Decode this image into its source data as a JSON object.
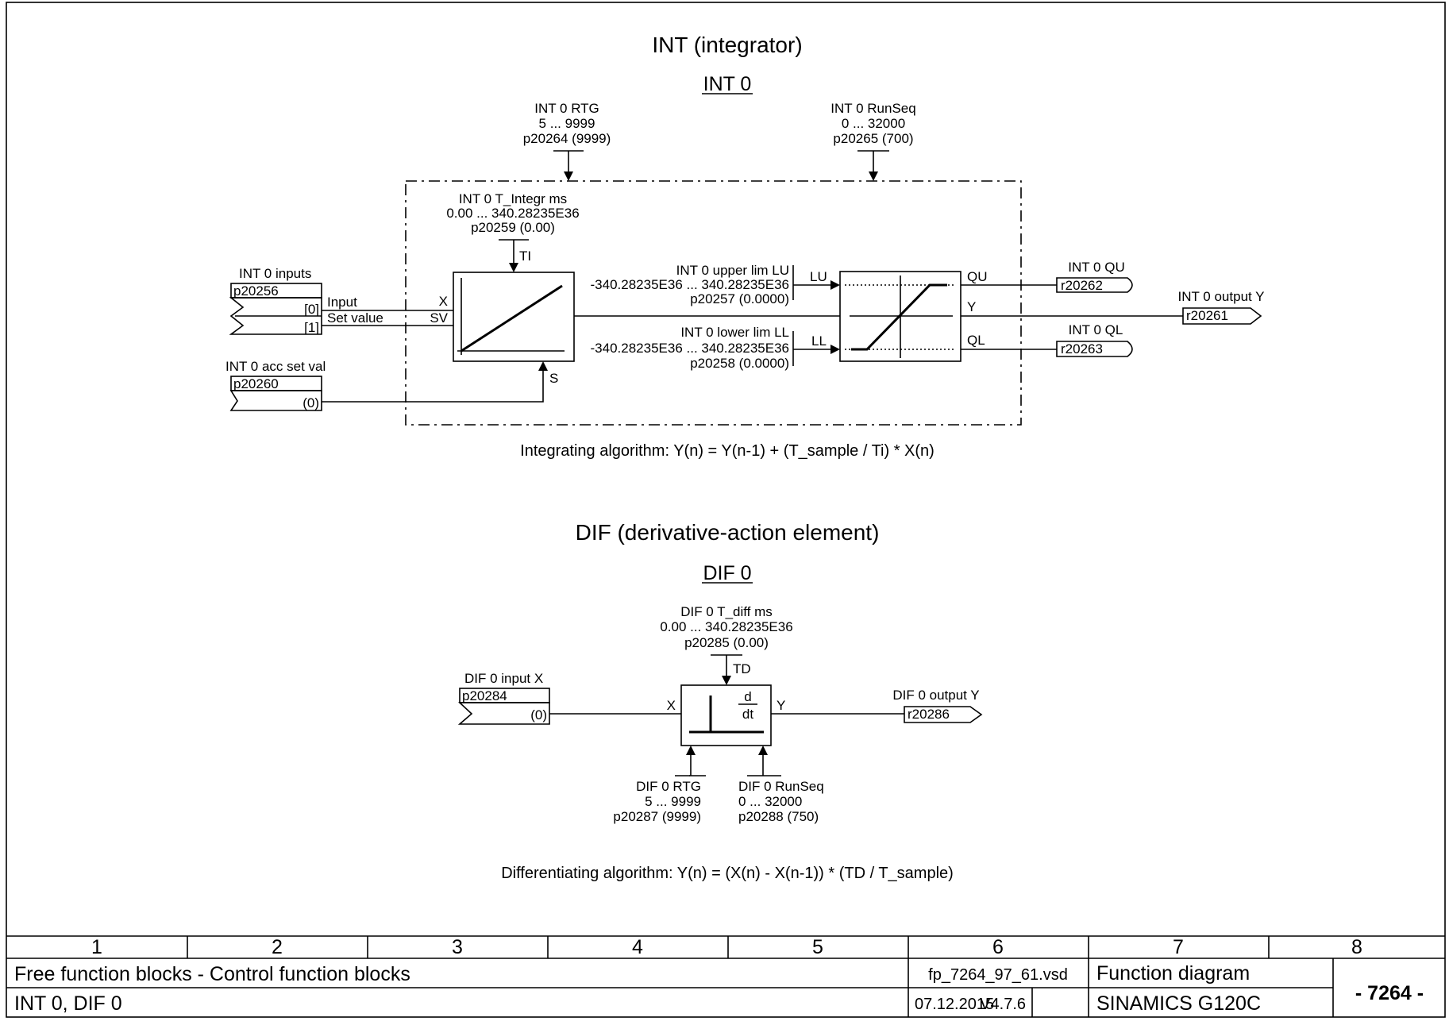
{
  "int_section": {
    "title": "INT (integrator)",
    "instance": "INT 0",
    "rtg": {
      "name": "INT 0 RTG",
      "range": "5 ... 9999",
      "param": "p20264 (9999)"
    },
    "runseq": {
      "name": "INT 0 RunSeq",
      "range": "0 ... 32000",
      "param": "p20265 (700)"
    },
    "t_integr": {
      "name": "INT 0 T_Integr ms",
      "range": "0.00 ... 340.28235E36",
      "param": "p20259 (0.00)"
    },
    "inputs": {
      "name": "INT 0 inputs",
      "param": "p20256",
      "idx0": "[0]",
      "idx1": "[1]",
      "label0": "Input",
      "label1": "Set value"
    },
    "acc_set": {
      "name": "INT 0 acc set val",
      "param": "p20260",
      "default": "(0)"
    },
    "pins": {
      "x": "X",
      "sv": "SV",
      "ti": "TI",
      "s": "S",
      "lu": "LU",
      "ll": "LL",
      "qu": "QU",
      "ql": "QL",
      "y": "Y"
    },
    "upper_lim": {
      "name": "INT 0 upper lim LU",
      "range": "-340.28235E36 ... 340.28235E36",
      "param": "p20257 (0.0000)"
    },
    "lower_lim": {
      "name": "INT 0 lower lim LL",
      "range": "-340.28235E36 ... 340.28235E36",
      "param": "p20258 (0.0000)"
    },
    "qu_out": {
      "name": "INT 0 QU",
      "param": "r20262"
    },
    "ql_out": {
      "name": "INT 0 QL",
      "param": "r20263"
    },
    "y_out": {
      "name": "INT 0 output Y",
      "param": "r20261"
    },
    "formula": "Integrating algorithm: Y(n) = Y(n-1) + (T_sample / Ti) * X(n)"
  },
  "dif_section": {
    "title": "DIF (derivative-action element)",
    "instance": "DIF 0",
    "t_diff": {
      "name": "DIF 0 T_diff ms",
      "range": "0.00 ... 340.28235E36",
      "param": "p20285 (0.00)"
    },
    "input": {
      "name": "DIF 0 input X",
      "param": "p20284",
      "default": "(0)"
    },
    "output": {
      "name": "DIF 0 output Y",
      "param": "r20286"
    },
    "pins": {
      "td": "TD",
      "x": "X",
      "y": "Y",
      "d": "d",
      "dt": "dt"
    },
    "rtg": {
      "name": "DIF 0 RTG",
      "range": "5 ... 9999",
      "param": "p20287 (9999)"
    },
    "runseq": {
      "name": "DIF 0 RunSeq",
      "range": "0 ... 32000",
      "param": "p20288 (750)"
    },
    "formula": "Differentiating algorithm: Y(n) = (X(n) - X(n-1)) * (TD / T_sample)"
  },
  "footer": {
    "columns": [
      "1",
      "2",
      "3",
      "4",
      "5",
      "6",
      "7",
      "8"
    ],
    "group": "Free function blocks - Control function blocks",
    "subject": "INT 0, DIF 0",
    "file": "fp_7264_97_61.vsd",
    "date": "07.12.2015",
    "version": "V4.7.6",
    "type": "Function diagram",
    "product": "SINAMICS G120C",
    "sheet": "- 7264 -"
  }
}
